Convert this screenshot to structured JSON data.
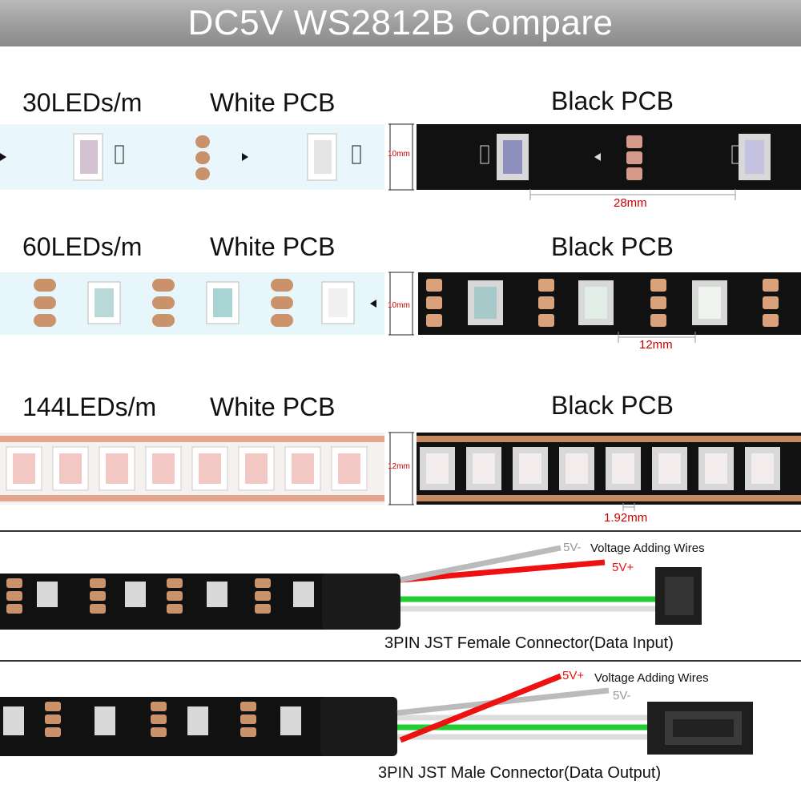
{
  "title": "DC5V WS2812B Compare",
  "rows": [
    {
      "density": "30LEDs/m",
      "white_label": "White PCB",
      "black_label": "Black PCB",
      "width": "10mm",
      "pitch": "28mm"
    },
    {
      "density": "60LEDs/m",
      "white_label": "White PCB",
      "black_label": "Black PCB",
      "width": "10mm",
      "pitch": "12mm"
    },
    {
      "density": "144LEDs/m",
      "white_label": "White PCB",
      "black_label": "Black PCB",
      "width": "12mm",
      "pitch": "1.92mm"
    }
  ],
  "connectors": [
    {
      "caption": "3PIN JST Female Connector(Data Input)",
      "wire_5v_minus": "5V-",
      "wire_5v_plus": "5V+",
      "wire_note": "Voltage Adding Wires"
    },
    {
      "caption": "3PIN JST Male Connector(Data Output)",
      "wire_5v_minus": "5V-",
      "wire_5v_plus": "5V+",
      "wire_note": "Voltage Adding Wires"
    }
  ],
  "colors": {
    "title_bg": "#9d9d9d",
    "white_pcb": "#e8f6fb",
    "black_pcb": "#111111",
    "pad": "#c9926a",
    "dimension": "#cc0000",
    "wire_red": "#ee1111",
    "wire_green": "#22cc33",
    "wire_white": "#dddddd",
    "wire_gray": "#bbbbbb"
  }
}
